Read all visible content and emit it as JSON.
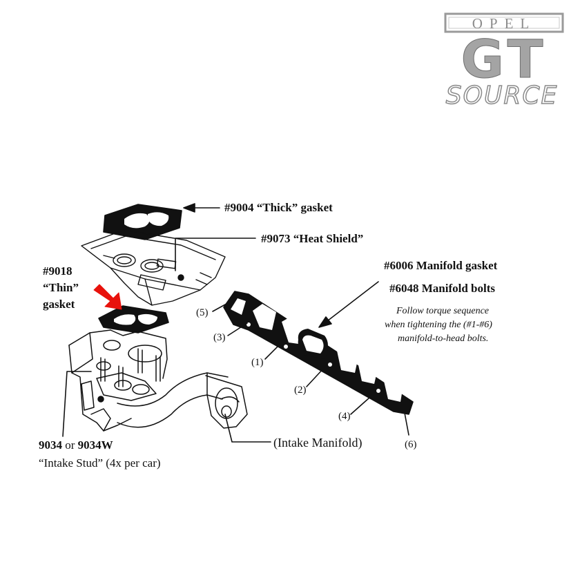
{
  "logo": {
    "top_text": "OPEL",
    "main_text": "GT",
    "bottom_text": "SOURCE"
  },
  "labels": {
    "thick_gasket": "#9004 “Thick” gasket",
    "heat_shield": "#9073 “Heat Shield”",
    "thin_gasket_line1": "#9018",
    "thin_gasket_line2": "“Thin”",
    "thin_gasket_line3": "gasket",
    "manifold_gasket": "#6006  Manifold gasket",
    "manifold_bolts": "#6048  Manifold bolts",
    "torque_line1": "Follow torque sequence",
    "torque_line2": "when tightening the (#1-#6)",
    "torque_line3": "manifold-to-head bolts.",
    "intake_manifold": "(Intake Manifold)",
    "stud_part_a": "9034",
    "stud_part_or": "or",
    "stud_part_b": "9034W",
    "stud_line2": "“Intake Stud” (4x per car)"
  },
  "bolt_sequence": [
    "(5)",
    "(3)",
    "(1)",
    "(2)",
    "(4)",
    "(6)"
  ],
  "colors": {
    "line": "#111111",
    "highlight_arrow": "#e8120c",
    "logo_gray": "#9a9a9a"
  }
}
